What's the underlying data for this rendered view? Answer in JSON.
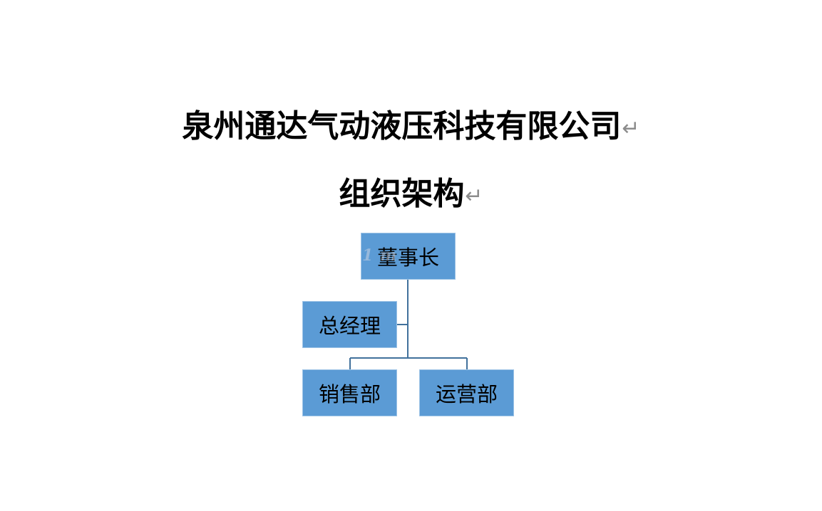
{
  "document": {
    "title": "泉州通达气动液压科技有限公司",
    "subtitle": "组织架构",
    "paragraph_mark": "↵"
  },
  "org_chart": {
    "root": "董事长",
    "assistant": "总经理",
    "departments": [
      "销售部",
      "运营部"
    ]
  },
  "watermark": "1    m",
  "colors": {
    "box_fill": "#5b9bd5",
    "connector": "#41719c",
    "paragraph_mark": "#8c8c8c"
  }
}
